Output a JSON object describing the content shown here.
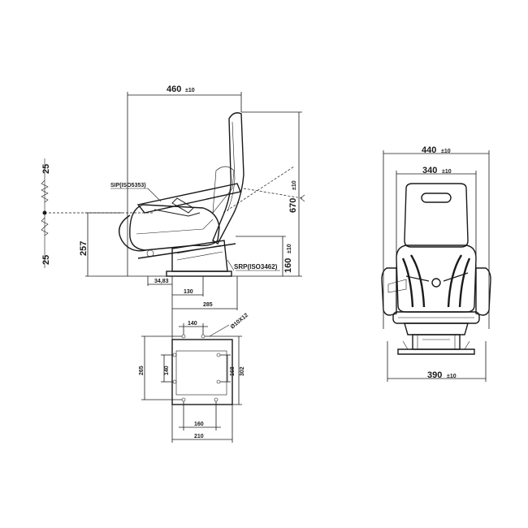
{
  "side_view": {
    "width_dim": "460",
    "width_tol": "±10",
    "height_dim": "670",
    "height_tol": "±10",
    "srp_height_dim": "160",
    "srp_height_tol": "±10",
    "sip_label": "SIP(ISO5353)",
    "srp_label": "SRP(ISO3462)",
    "base_height_dim": "257",
    "adjust_up": "25",
    "adjust_down": "25",
    "offset_a": "34,83",
    "offset_b": "130",
    "offset_c": "285"
  },
  "front_view": {
    "outer_width_dim": "440",
    "outer_width_tol": "±10",
    "inner_width_dim": "340",
    "inner_width_tol": "±10",
    "base_width_dim": "390",
    "base_width_tol": "±10"
  },
  "mounting_plate": {
    "hole_label": "Ø10X12",
    "top_dim": "140",
    "left_outer_dim": "265",
    "left_inner_dim": "140",
    "right_inner_dim": "168",
    "right_outer_dim": "302",
    "bottom_inner_dim": "160",
    "bottom_outer_dim": "210"
  }
}
